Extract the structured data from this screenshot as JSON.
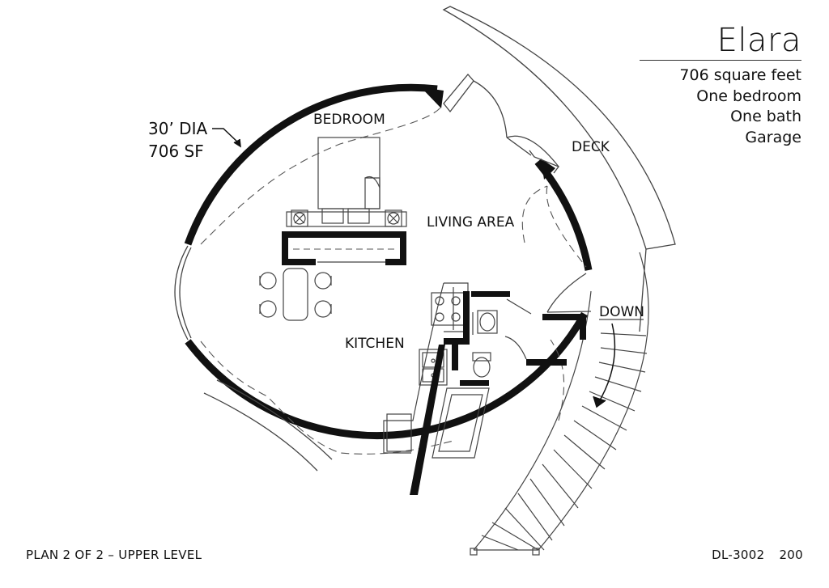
{
  "title_block": {
    "name": "Elara",
    "specs": [
      "706 square feet",
      "One bedroom",
      "One bath",
      "Garage"
    ]
  },
  "dimension_note": {
    "line1": "30’ DIA",
    "line2": "706 SF"
  },
  "rooms": {
    "bedroom": "BEDROOM",
    "living_area": "LIVING AREA",
    "kitchen": "KITCHEN",
    "deck": "DECK",
    "stairs": "DOWN"
  },
  "footer": {
    "plan_label": "PLAN 2 OF 2 – UPPER LEVEL",
    "plan_code": "DL-3002",
    "page_number": "200"
  }
}
